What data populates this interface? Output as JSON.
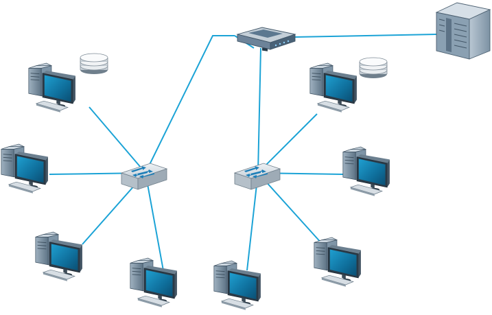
{
  "diagram": {
    "link_color": "#1ba3d6",
    "nodes": [
      {
        "id": "router",
        "kind": "router"
      },
      {
        "id": "server",
        "kind": "rack-server"
      },
      {
        "id": "switch-left",
        "kind": "switch"
      },
      {
        "id": "switch-right",
        "kind": "switch"
      },
      {
        "id": "ws-left-server",
        "kind": "workstation-with-storage"
      },
      {
        "id": "pc-left-1",
        "kind": "workstation"
      },
      {
        "id": "pc-left-2",
        "kind": "workstation"
      },
      {
        "id": "pc-left-3",
        "kind": "workstation"
      },
      {
        "id": "ws-right-server",
        "kind": "workstation-with-storage"
      },
      {
        "id": "pc-right-1",
        "kind": "workstation"
      },
      {
        "id": "pc-right-2",
        "kind": "workstation"
      },
      {
        "id": "pc-right-3",
        "kind": "workstation"
      }
    ],
    "links": [
      [
        "router",
        "server"
      ],
      [
        "router",
        "switch-left"
      ],
      [
        "router",
        "switch-right"
      ],
      [
        "switch-left",
        "ws-left-server"
      ],
      [
        "switch-left",
        "pc-left-1"
      ],
      [
        "switch-left",
        "pc-left-2"
      ],
      [
        "switch-left",
        "pc-left-3"
      ],
      [
        "switch-right",
        "ws-right-server"
      ],
      [
        "switch-right",
        "pc-right-1"
      ],
      [
        "switch-right",
        "pc-right-2"
      ],
      [
        "switch-right",
        "pc-right-3"
      ]
    ]
  }
}
